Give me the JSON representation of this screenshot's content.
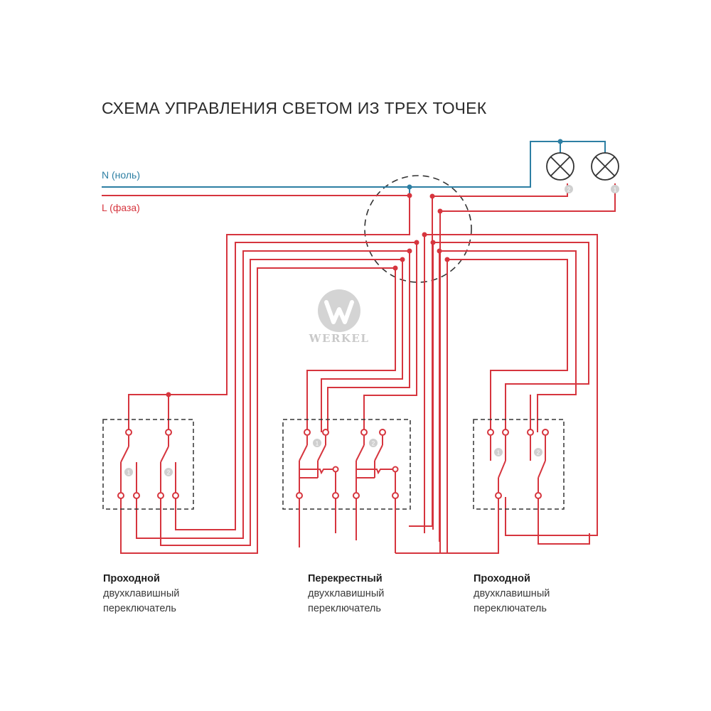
{
  "title": "СХЕМА УПРАВЛЕНИЯ СВЕТОМ ИЗ ТРЕХ ТОЧЕК",
  "lines": {
    "neutral": {
      "label": "N (ноль)",
      "color": "#2d7fa3"
    },
    "phase": {
      "label": "L (фаза)",
      "color": "#d6353e"
    }
  },
  "wire_color": "#d6353e",
  "lamps": [
    {
      "number": "2"
    },
    {
      "number": "1"
    }
  ],
  "switches": [
    {
      "name_bold": "Проходной",
      "line2": "двухклавишный",
      "line3": "переключатель",
      "keys": [
        "1",
        "2"
      ]
    },
    {
      "name_bold": "Перекрестный",
      "line2": "двухклавишный",
      "line3": "переключатель",
      "keys": [
        "1",
        "2"
      ]
    },
    {
      "name_bold": "Проходной",
      "line2": "двухклавишный",
      "line3": "переключатель",
      "keys": [
        "1",
        "2"
      ]
    }
  ],
  "logo": {
    "text": "WERKEL",
    "icon": "werkel-w-logo-icon"
  }
}
